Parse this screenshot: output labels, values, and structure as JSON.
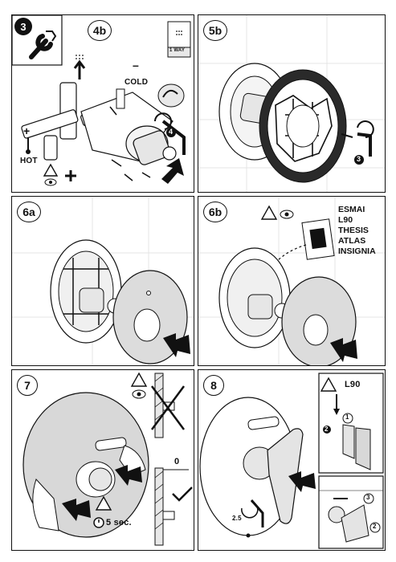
{
  "steps": {
    "s3": "3",
    "s4b": "4b",
    "s5b": "5b",
    "s6a": "6a",
    "s6b": "6b",
    "s7": "7",
    "s8": "8"
  },
  "panel_4b": {
    "cold_label": "COLD",
    "hot_label": "HOT",
    "way_label": "1 WAY",
    "torque_badge": "4",
    "cold_sign": "–",
    "hot_sign": "+"
  },
  "panel_5b": {
    "torque_badge": "3"
  },
  "panel_6b": {
    "brands": [
      "ESMAI",
      "L90",
      "THESIS",
      "ATLAS",
      "INSIGNIA"
    ]
  },
  "panel_7": {
    "wait_label": "5 sec.",
    "gauge_label": "0"
  },
  "panel_8": {
    "model_label": "L90",
    "allen_size": "2.5",
    "callout_1": "1",
    "callout_2": "2",
    "callout_3": "3",
    "callout_2b": "2"
  }
}
